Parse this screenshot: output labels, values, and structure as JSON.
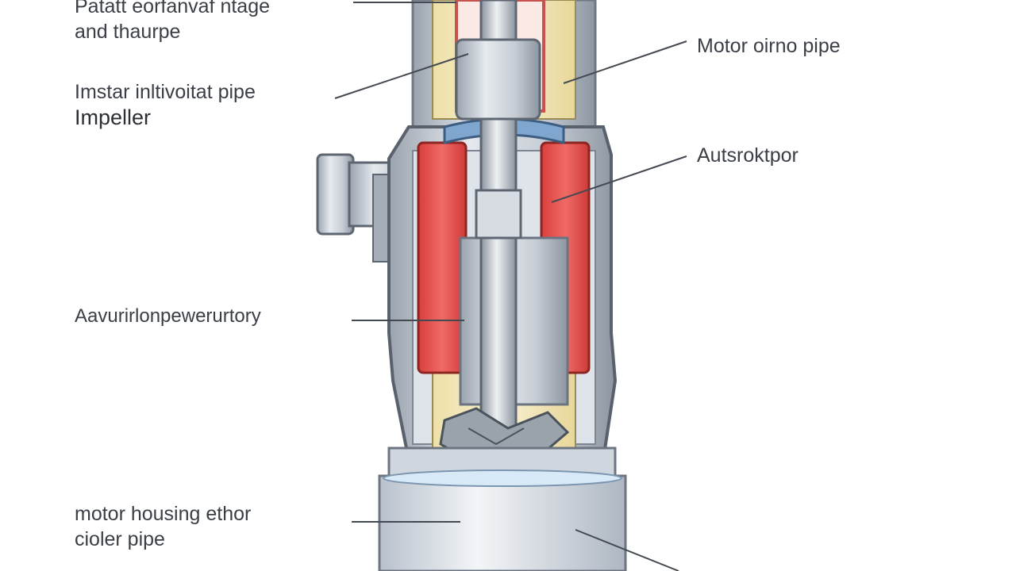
{
  "labels": {
    "top_left": {
      "line1": "Patatt eorfanvaf ntage",
      "line2": "and thaurpe"
    },
    "impeller": {
      "line1": "Imstar inltivoitat pipe",
      "line2": "Impeller"
    },
    "motor_pipe": "Motor oirno pipe",
    "auto": "Autsroktpor",
    "mid_left": "Aavurirlonpewerurtory",
    "bottom": {
      "line1": "motor housing ethor",
      "line2": "cioler pipe"
    }
  },
  "colors": {
    "housing": "#c9cfd7",
    "housing_shadow": "#8f98a4",
    "motor_core": "#e8534f",
    "beige_fill": "#f3e9c3",
    "shaft": "#aab3bd",
    "water": "#b9d6ef",
    "leader_line": "#444a52"
  }
}
